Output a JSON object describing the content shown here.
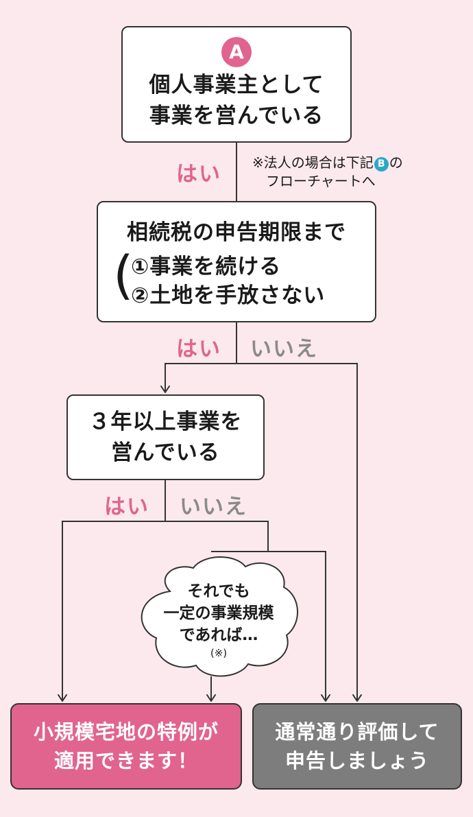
{
  "colors": {
    "background": "#fbe9ed",
    "yes": "#e0648e",
    "no": "#8a8a8a",
    "result_pink": "#e0648e",
    "result_gray": "#7d7d7d",
    "badge_b": "#2aa8c8",
    "line": "#333333"
  },
  "box_a": {
    "badge": "A",
    "line1": "個人事業主として",
    "line2": "事業を営んでいる"
  },
  "note": {
    "line1_pre": "※法人の場合は下記",
    "badge": "B",
    "line1_post": "の",
    "line2": "フローチャートへ"
  },
  "labels": {
    "yes1": "はい",
    "yes2": "はい",
    "no2": "いいえ",
    "yes3": "はい",
    "no3": "いいえ"
  },
  "box_b": {
    "line1": "相続税の申告期限まで",
    "item1": "①事業を続ける",
    "item2": "②土地を手放さない"
  },
  "box_c": {
    "line1": "３年以上事業を",
    "line2": "営んでいる"
  },
  "cloud": {
    "line1": "それでも",
    "line2": "一定の事業規模",
    "line3": "であれば…",
    "note": "(※)"
  },
  "result_yes": {
    "line1": "小規模宅地の特例が",
    "line2": "適用できます！"
  },
  "result_no": {
    "line1": "通常通り評価して",
    "line2": "申告しましょう"
  }
}
